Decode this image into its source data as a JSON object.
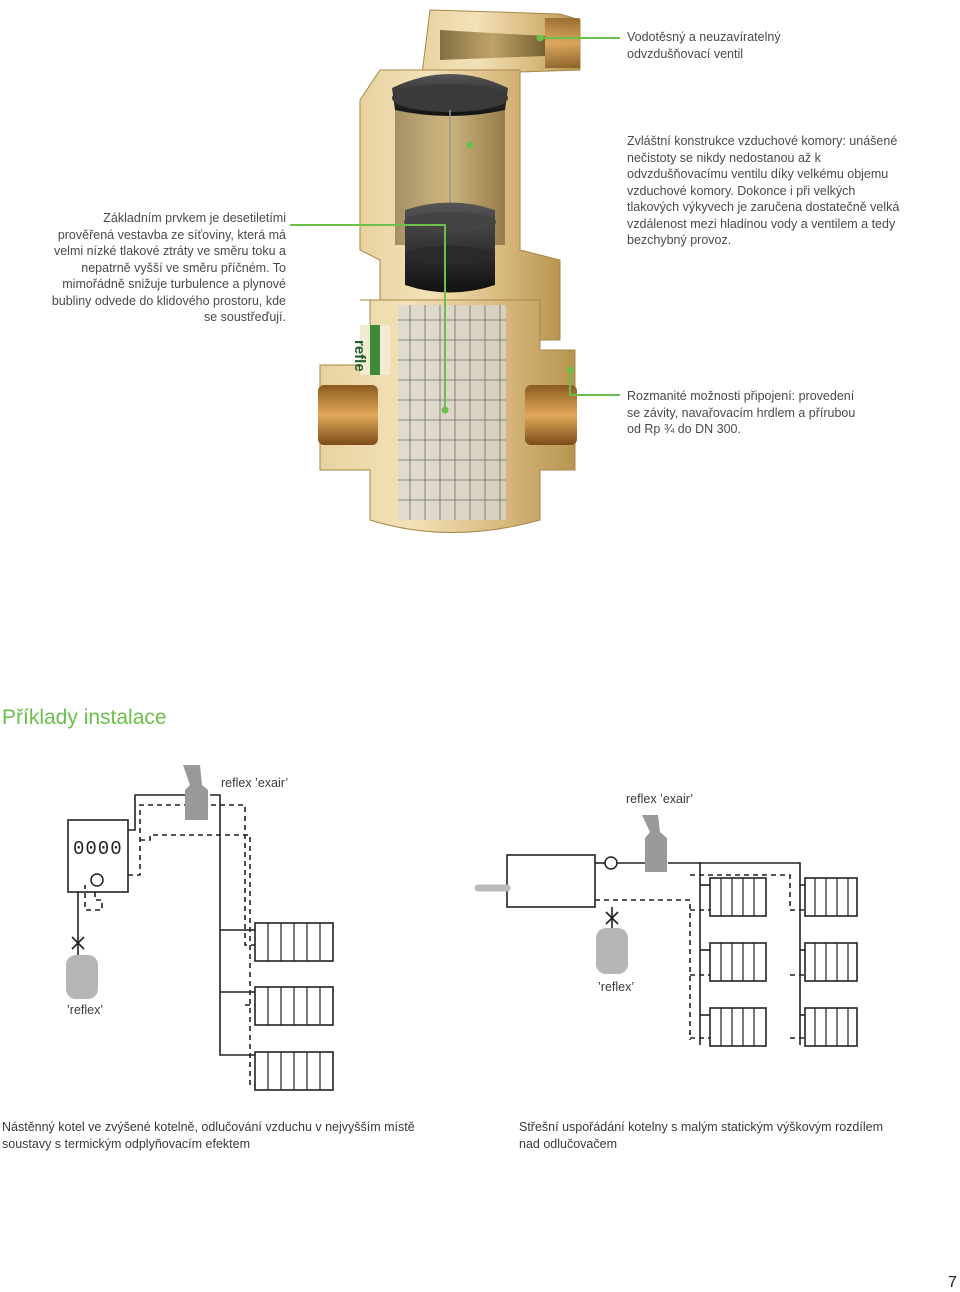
{
  "callouts": {
    "top_valve": "Vodotěsný a neuzavíratelný odvzdušňovací ventil",
    "air_chamber": "Zvláštní konstrukce vzduchové komory: unášené nečistoty se nikdy nedostanou až k odvzdušňovacímu ventilu díky velkému objemu vzduchové komory. Dokonce i při velkých tlakových výkyvech je zaručena dostatečně velká vzdálenost mezi hladinou vody a ventilem a tedy bezchybný provoz.",
    "mesh": "Základním prvkem je desetiletími prověřená vestavba ze síťoviny, která má velmi nízké tlakové ztráty ve směru toku a nepatrně vyšší ve směru příčném. To mimořádně snižuje turbulence a plynové bubliny odvede do klidového prostoru, kde se soustřeďují.",
    "connections": "Rozmanité možnosti připojení: provedení se závity, navařovacím hrdlem a přírubou od Rp ¾ do DN 300."
  },
  "product_logo": "refle",
  "section_title": "Příklady instalace",
  "diagram_left": {
    "exair_label": "reflex ’exair’",
    "vessel_label": "’reflex’",
    "boiler_display": "0000",
    "caption": "Nástěnný kotel ve zvýšené kotelně, odlučování vzduchu v nejvyšším místě soustavy s termickým odplyňovacím efektem"
  },
  "diagram_right": {
    "exair_label": "reflex ’exair’",
    "vessel_label": "’reflex’",
    "caption": "Střešní uspořádání kotelny s malým statickým výškovým rozdílem nad odlučovačem"
  },
  "page_number": "7",
  "colors": {
    "accent_green": "#6cbf4a",
    "brass": "#c9a86a",
    "dark_brass": "#8a6a30",
    "line": "#222222"
  }
}
